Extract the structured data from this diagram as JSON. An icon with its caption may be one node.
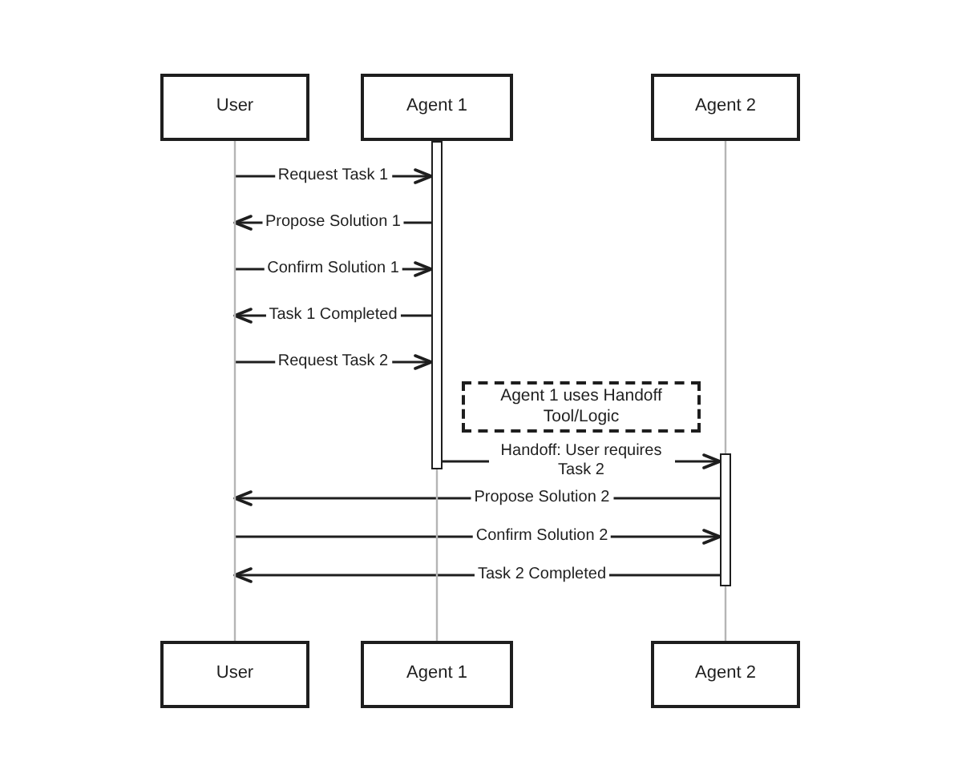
{
  "diagram": {
    "nodes": [
      {
        "text": [
          "User"
        ]
      },
      {
        "text": [
          "Agent 1"
        ]
      },
      {
        "text": [
          "Agent 2"
        ]
      },
      {
        "text": [],
        "shape": "bar"
      },
      {
        "text": [
          "Agent 1 uses Handoff Tool/Logic"
        ]
      },
      {
        "text": [],
        "shape": "bar"
      },
      {
        "text": [
          "User"
        ]
      },
      {
        "text": [
          "Agent 1"
        ]
      },
      {
        "text": [
          "Agent 2"
        ]
      }
    ],
    "edges": [
      {
        "from": null,
        "to": 3,
        "arrow": "to",
        "label": "Request Task 1"
      },
      {
        "from": 3,
        "to": null,
        "arrow": "to",
        "label": "Propose Solution 1"
      },
      {
        "from": null,
        "to": 3,
        "arrow": "to",
        "label": "Confirm Solution 1"
      },
      {
        "from": 3,
        "to": null,
        "arrow": "to",
        "label": "Task 1 Completed"
      },
      {
        "from": null,
        "to": 3,
        "arrow": "to",
        "label": "Request Task 2"
      },
      {
        "from": 3,
        "to": 5,
        "arrow": "to",
        "label": "Handoff: User requires Task 2"
      },
      {
        "from": 5,
        "to": null,
        "arrow": "to",
        "label": "Propose Solution 2"
      },
      {
        "from": null,
        "to": 5,
        "arrow": "to",
        "label": "Confirm Solution 2"
      },
      {
        "from": 5,
        "to": null,
        "arrow": "to",
        "label": "Task 2 Completed"
      },
      {
        "from": 0,
        "to": 6,
        "arrow": "none",
        "color": "#b5b5b5"
      },
      {
        "from": 3,
        "to": 7,
        "arrow": "none",
        "color": "#b5b5b5"
      },
      {
        "from": 2,
        "to": 5,
        "arrow": "none",
        "color": "#b5b5b5"
      },
      {
        "from": 5,
        "to": 8,
        "arrow": "none",
        "color": "#b5b5b5"
      }
    ]
  }
}
